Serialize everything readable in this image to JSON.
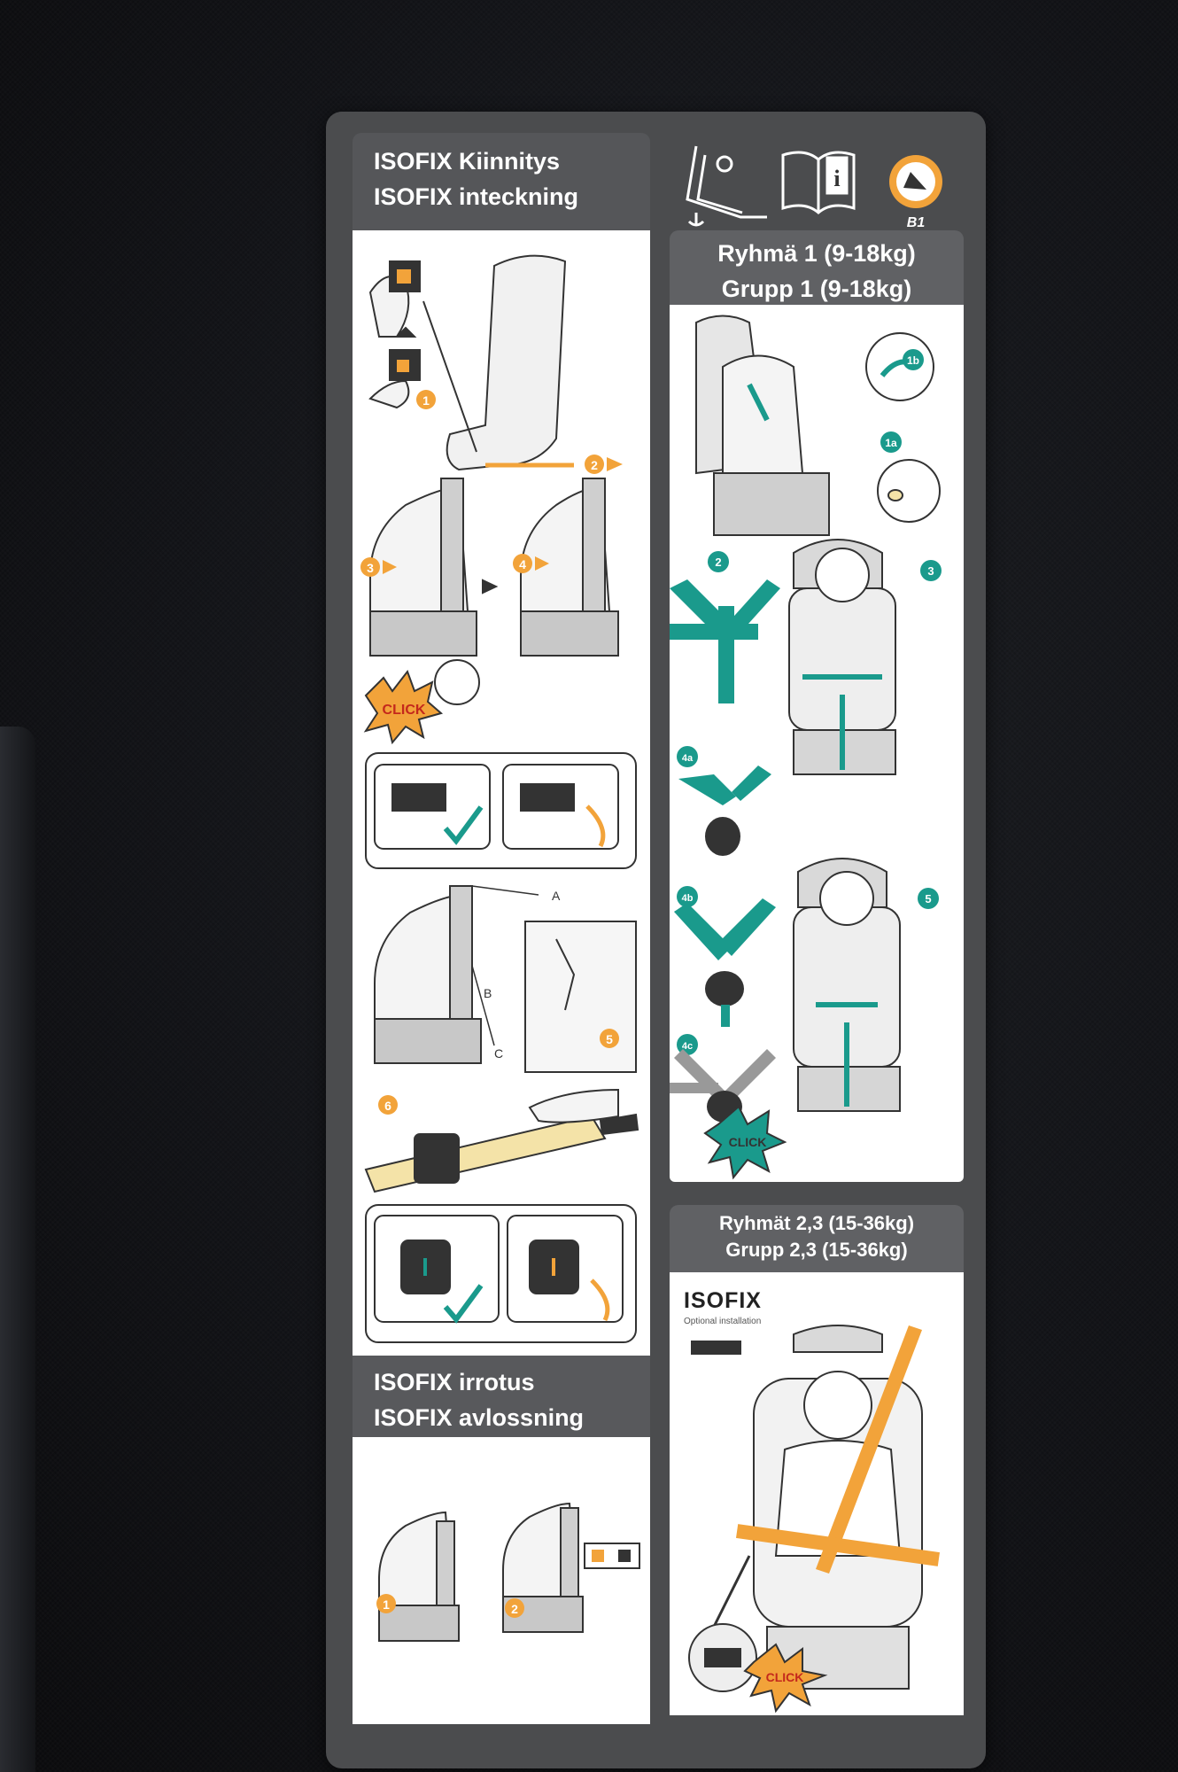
{
  "left": {
    "header1": [
      "ISOFIX Kiinnitys",
      "ISOFIX inteckning"
    ],
    "header2": [
      "ISOFIX irrotus",
      "ISOFIX avlossning"
    ],
    "click_label": "CLICK",
    "step_labels": [
      "1",
      "2",
      "3",
      "4",
      "5",
      "6"
    ],
    "anchor_labels": [
      "A",
      "B",
      "C"
    ]
  },
  "right": {
    "icon_badge": "B1",
    "group1": [
      "Ryhmä 1 (9-18kg)",
      "Grupp 1 (9-18kg)"
    ],
    "group1_steps": [
      "1a",
      "1b",
      "2",
      "3",
      "4a",
      "4b",
      "4c",
      "5"
    ],
    "group1_click": "CLICK",
    "group23": [
      "Ryhmät 2,3 (15-36kg)",
      "Grupp 2,3 (15-36kg)"
    ],
    "isofix_title": "ISOFIX",
    "isofix_sub": "Optional installation",
    "group23_click": "CLICK"
  },
  "colors": {
    "teal": "#1a9a8c",
    "orange": "#f2a33a",
    "label_bg": "#4b4c4e"
  }
}
